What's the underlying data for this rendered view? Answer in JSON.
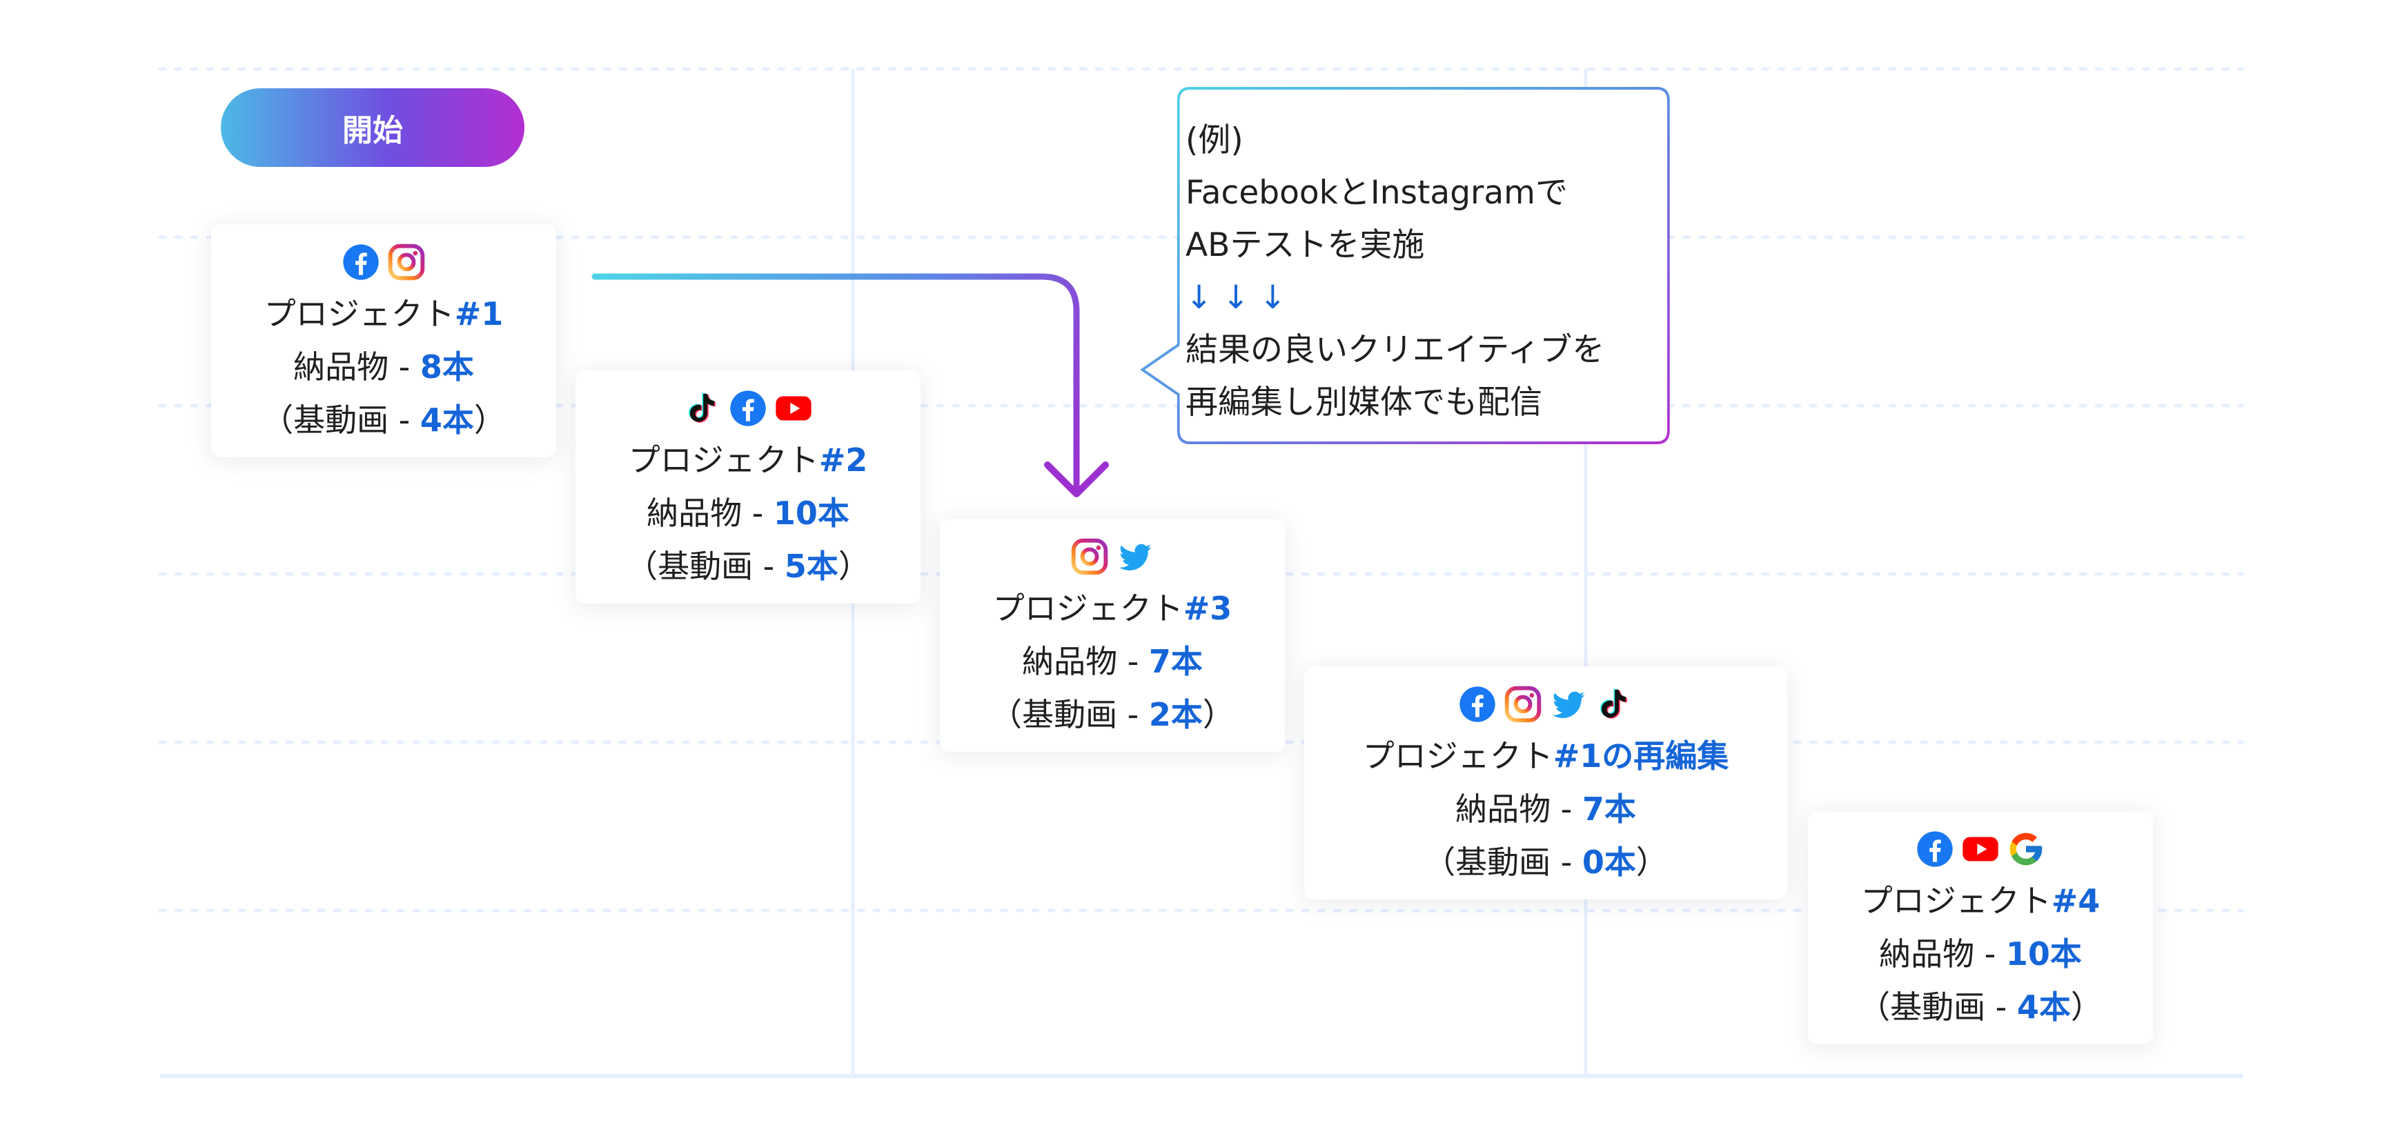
{
  "start_label": "開始",
  "colors": {
    "accent_blue": "#1565d8",
    "gradient_start": "#4db9e6",
    "gradient_end": "#b32ed0",
    "grid": "#e6efff"
  },
  "projects": [
    {
      "icons": [
        "facebook-icon",
        "instagram-icon"
      ],
      "title_prefix": "プロジェクト",
      "title_tag": "#1",
      "deliverables_label": "納品物 - ",
      "deliverables_value": "8本",
      "base_open": "（基動画 - ",
      "base_value": "4本",
      "base_close": "）"
    },
    {
      "icons": [
        "tiktok-icon",
        "facebook-icon",
        "youtube-icon"
      ],
      "title_prefix": "プロジェクト",
      "title_tag": "#2",
      "deliverables_label": "納品物 - ",
      "deliverables_value": "10本",
      "base_open": "（基動画 - ",
      "base_value": "5本",
      "base_close": "）"
    },
    {
      "icons": [
        "instagram-icon",
        "twitter-icon"
      ],
      "title_prefix": "プロジェクト",
      "title_tag": "#3",
      "deliverables_label": "納品物 - ",
      "deliverables_value": "7本",
      "base_open": "（基動画 - ",
      "base_value": "2本",
      "base_close": "）"
    },
    {
      "icons": [
        "facebook-icon",
        "instagram-icon",
        "twitter-icon",
        "tiktok-icon"
      ],
      "title_prefix": "プロジェクト",
      "title_tag": "#1の再編集",
      "deliverables_label": "納品物 - ",
      "deliverables_value": "7本",
      "base_open": "（基動画 - ",
      "base_value": "0本",
      "base_close": "）"
    },
    {
      "icons": [
        "facebook-icon",
        "youtube-icon",
        "google-icon"
      ],
      "title_prefix": "プロジェクト",
      "title_tag": "#4",
      "deliverables_label": "納品物 - ",
      "deliverables_value": "10本",
      "base_open": "（基動画 - ",
      "base_value": "4本",
      "base_close": "）"
    }
  ],
  "note": {
    "line1": "(例)",
    "line2": "FacebookとInstagramで",
    "line3": "ABテストを実施",
    "arrows": "↓↓↓",
    "line5": "結果の良いクリエイティブを",
    "line6": "再編集し別媒体でも配信"
  }
}
